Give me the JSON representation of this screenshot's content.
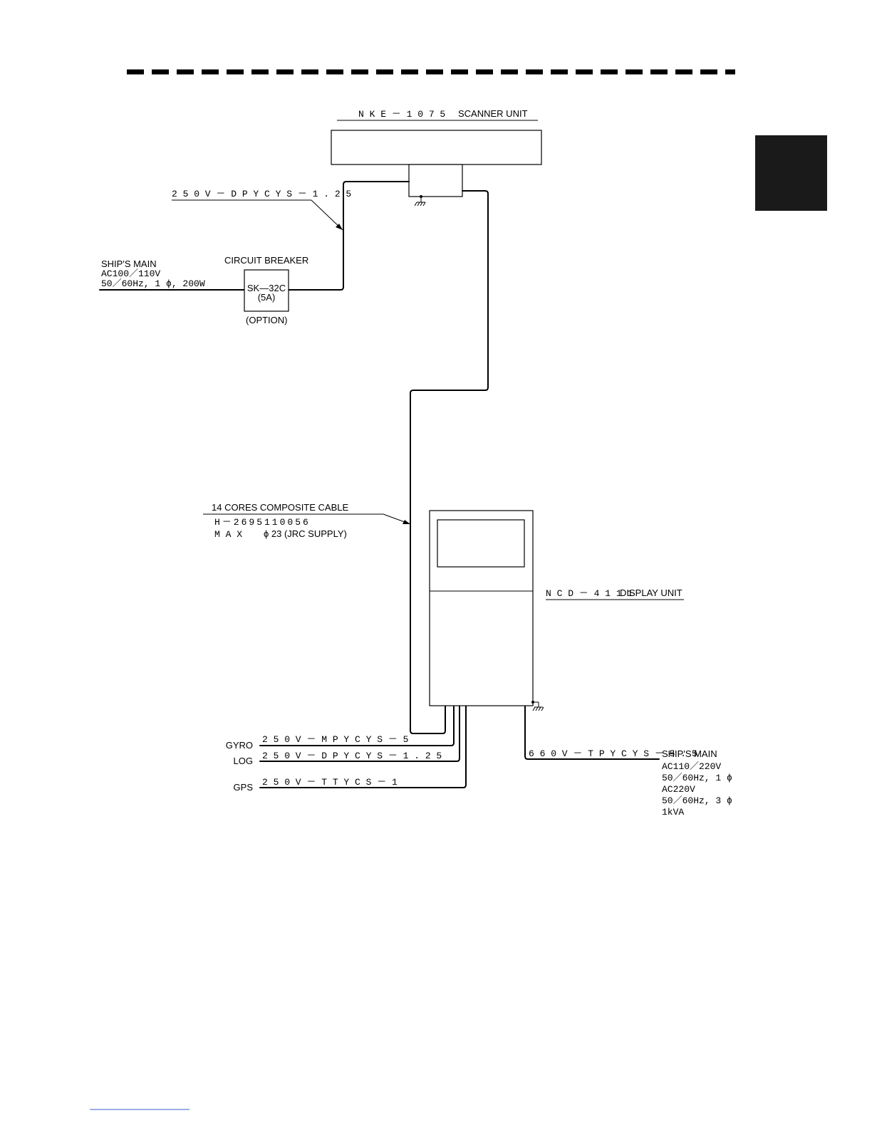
{
  "scanner": {
    "model": "N K E － 1 0 7 5",
    "name": "SCANNER UNIT"
  },
  "power_cable_scanner": "2 5 0 V － D P Y C Y S － 1 . 2 5",
  "ships_main_scanner": {
    "line1": "SHIP'S MAIN",
    "line2": "AC100／110V",
    "line3": "50／60Hz, 1 ϕ, 200W"
  },
  "breaker": {
    "title": "CIRCUIT BREAKER",
    "model": "SK―32C",
    "rating": "(5A)",
    "note": "(OPTION)"
  },
  "composite_cable": {
    "title": "14 CORES COMPOSITE CABLE",
    "part": "H－2695110056",
    "max_prefix": "M A X",
    "max_value": "ϕ 23 (JRC SUPPLY)"
  },
  "display": {
    "model": "N C D － 4 1 1 1",
    "name": "DISPLAY UNIT"
  },
  "inputs": [
    {
      "name": "GYRO",
      "cable": "2 5 0 V － M P Y C Y S － 5"
    },
    {
      "name": "LOG",
      "cable": "2 5 0 V － D P Y C Y S － 1 . 2 5"
    },
    {
      "name": "GPS",
      "cable": "2 5 0 V － T T Y C S － 1"
    }
  ],
  "display_power": {
    "cable": "6 6 0 V － T P Y C Y S － 5 . 5",
    "line1": "SHIP'S MAIN",
    "line2": "AC110／220V",
    "line3": "50／60Hz, 1 ϕ",
    "line4": "AC220V",
    "line5": "50／60Hz, 3 ϕ",
    "line6": "1kVA"
  }
}
